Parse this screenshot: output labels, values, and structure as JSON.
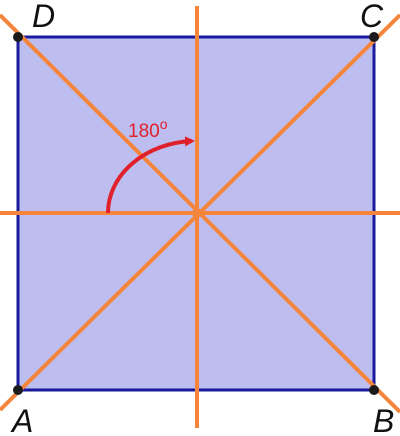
{
  "diagram": {
    "vertices": {
      "A": "A",
      "B": "B",
      "C": "C",
      "D": "D"
    },
    "rotation_label": "180",
    "degree_symbol": "o"
  },
  "colors": {
    "square_fill": "#bdbdf0",
    "square_stroke": "#1a1a9c",
    "axis_lines": "#f5853a",
    "rotation_arrow": "#e0202a",
    "vertex_point": "#1a1a1a",
    "label_text": "#111111"
  }
}
